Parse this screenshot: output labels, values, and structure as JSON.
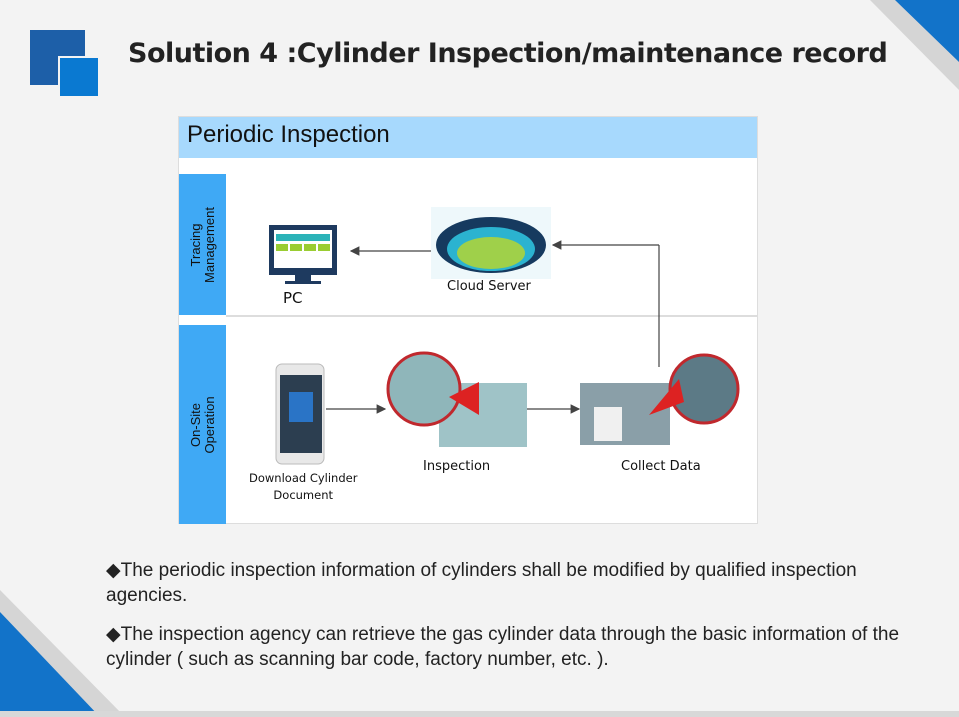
{
  "title": "Solution 4 :Cylinder Inspection/maintenance record",
  "diagram": {
    "header": "Periodic Inspection",
    "lanes": [
      {
        "line1": "Tracing",
        "line2": "Management"
      },
      {
        "line1": "On-Site",
        "line2": "Operation"
      }
    ],
    "nodes": {
      "pc": "PC",
      "cloud": "Cloud Server",
      "download_1": "Download Cylinder",
      "download_2": "Document",
      "inspection": "Inspection",
      "collect": "Collect Data"
    }
  },
  "paragraphs": [
    "◆The periodic inspection information of cylinders shall be modified by qualified inspection agencies.",
    "◆The inspection agency can retrieve the gas cylinder data through the basic information of the cylinder ( such as scanning bar code, factory number, etc. )."
  ],
  "colors": {
    "accent": "#0a79d1",
    "lane": "#3fa9f5",
    "header": "#a7d9fd"
  }
}
